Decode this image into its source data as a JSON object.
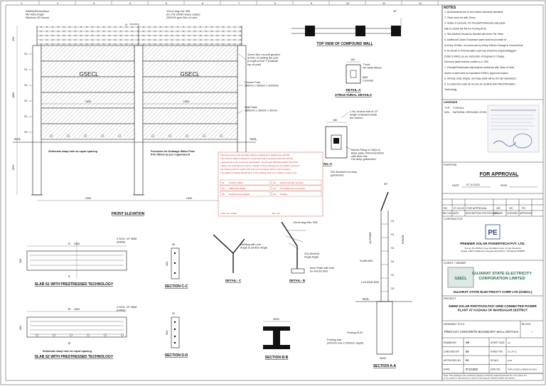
{
  "border": {
    "top_numbers": [
      "1",
      "2",
      "3",
      "4",
      "5",
      "6",
      "7",
      "8",
      "9",
      "10",
      "11",
      "12"
    ]
  },
  "notes": {
    "title": "NOTES",
    "items": [
      "1. All dimensions are in mm unless otherwise specified.",
      "2. Clear cover for slab 20mm",
      "3. Grade of concrete: For Precast/Prestressed wall panel",
      "   slab & column (M-40) For Footing M-20",
      "4. ISA 40x40x5 Should be Welded with 6mm Thk. Plate",
      "5. Additional Column Expansion joints shall be provided at",
      "   a) Every 15 Mtrs. of column and b) Every 300mm Change in Ground level.",
      "6. As shown in front elevation each bay should be engraved/tagged",
      "   (GSECL/SHEL) as per instruction of Engineer in Charge.",
      "   Structure detail shall be confirm w.r.t. BIS",
      "7. Precast/Prestressed slab shall be reinforced with 3inch of 3mm",
      "   and/or of slab holes as Equivalent GSECL Approved makes.",
      "8. All Nuts, bolts, Angles, and base plate will be Hot dip Galvanized.",
      "9. To match the entire @ 40 cms for GUIN-B-with PRESTRESSED",
      "   Technology."
    ]
  },
  "legends": {
    "title": "LEGENDS",
    "rows": [
      {
        "code": "TYP",
        "desc": "TYPICAL"
      },
      {
        "code": "NGL",
        "desc": "NATURAL GROUND LEVEL"
      }
    ]
  },
  "purpose": {
    "label": "PURPOSE",
    "value": "FOR APPROVAL",
    "date_label": "DATE",
    "date_value": "07.10.2022",
    "sign_label": "SIGN"
  },
  "revisions": {
    "headers": [
      "REV NO.",
      "DATE",
      "DESCRIPTION FOR REVISION",
      "DRAWN",
      "CHECKED",
      "APPROVED"
    ],
    "rows": [
      {
        "rev": "R0",
        "date": "07.10.22",
        "desc": "FOR APPROVAL",
        "drawn": "GR",
        "checked": "SS",
        "approved": "PS"
      }
    ]
  },
  "contractor": {
    "label": "CONTRACTOR",
    "logo_text": "PE",
    "name": "PREMIER SOLAR POWERTECH PVT. LTD.",
    "address": "Survey No.54/Part, Near Rudraksh Ispat, E-City Industrial Estate, Fablu Ghatkesar, Rangareddy District, Telangana 500088"
  },
  "client": {
    "label": "CLIENT / OWNER",
    "logo_text": "GSECL",
    "name": "GUJARAT STATE ELECTRICITY CORPORATION LIMITED",
    "full_name": "GUJARAT STATE ELECTRICITY CORP LTD (GSECL)"
  },
  "project": {
    "label": "PROJECT",
    "value": "40MW SOLAR PHOTOVOLTAIC GRID CONNECTED POWER PLANT AT KADANA OF MAHISAGAR DISTRICT"
  },
  "drawing": {
    "title_label": "DRAWING TITLE",
    "block_label": "BLOCK",
    "title": "PRECAST CONCRETE BOUNDARY WALL DETAILS",
    "block": "--"
  },
  "signoff": {
    "rows": [
      {
        "role": "DRAWN BY",
        "name": "GR",
        "sheet_label": "SHEET SIZE",
        "sheet": "A1"
      },
      {
        "role": "CHECKED BY",
        "name": "SS",
        "sheet_label": "SHEET NO.",
        "sheet": "01 OF 01"
      },
      {
        "role": "APPROVED BY",
        "name": "PS",
        "sheet_label": "SCALE",
        "sheet": "NTS"
      },
      {
        "role": "DATE",
        "name": "07.10.2022",
        "sheet_label": "DRG NO.",
        "sheet": "PSPL/GSECL/40MW/CIV/001"
      }
    ],
    "footer": "Note: This drawing is the exclusive property of Premier Solar Powertech Pvt. Ltd. and is not to be copied or reproduced or used for any purpose without written permission."
  },
  "front_elevation": {
    "title": "FRONT ELEVATION",
    "top_callout": "40MMx40mmx5mm\nMS HDG Angle\nMinimum 80 micron",
    "wire_callout": "12x14 swg Hot. BW\n(IS 278-2009) Heavy coated\n230/240 gsm Zinc on wire",
    "bolt_callout": "12mm Dia. ms bolt grouted\nat time of casting the post\n(Length of bolt 7\"(Outside\ntop of post)",
    "column_callout": "Column Post\n250mm x 300mm x 3200mm",
    "panel_callout": "Wall Panel\n1800mm x 300mm x 50mm",
    "panel_label_1": "GSECL",
    "panel_label_2": "GSECL",
    "slab_labels": [
      "S1",
      "S1",
      "S1",
      "S1",
      "S1",
      "S2"
    ],
    "ngl": "NGL",
    "ngl2": "NGL",
    "dim_1800a": "1800",
    "dim_1800b": "1800",
    "dim_1950a": "1950",
    "dim_1950b": "1950",
    "dim_450": "450",
    "dim_1800v": "1800",
    "dim_1000": "1000",
    "note_left": "Shimmals wasp hole as equal spacing",
    "note_right": "Provision for Drainage Water Flow\nPVC 50mm as per requirement",
    "section_a": "A"
  },
  "top_view": {
    "title": "TOP VIEW OF COMPOUND WALL",
    "angle": "90°"
  },
  "detail_a_top": {
    "title": "DETAIL-A",
    "subtitle": "STRUCTURAL DETAILS",
    "dim": "150",
    "t_hole": "T hole\nOF 3MM Wilson",
    "m30": "M30\nConcrete"
  },
  "detail_a_mid": {
    "title": "DETAIL-A",
    "dim": "150",
    "anchor": "1 No. Anchor bolt of 12\"\nlength embeded inside\nthe column",
    "mortar": "Mortar Filling in CM(1:4)\nBase plate 100mmx100mm\nwith 6mm thk.\nHot deep galvanized",
    "isa": "ISA 40x40x5 hot deep\ngalvanized"
  },
  "red_note": {
    "lines": [
      "The fence post for the boundary wall by providing 3mm barbed wire with MS",
      "The columns shall be designed to resist wind load in general conformity with the",
      "requirements of the concerned specification. The Precast Wall Panels/RCC flat will be",
      "made in the manufacturer's factory. Details of fixing arrangement and details required in",
      "this drawing shall be verified with client and contractor before implementation.",
      "The details of drawing specification in this drawing shall be for GSECL purpose only."
    ],
    "table": [
      {
        "no": "A1",
        "desc": "Column outline"
      },
      {
        "no": "A2",
        "desc": "Anchor bolt dia. and dep."
      },
      {
        "no": "A3",
        "desc": "Wall panel details"
      },
      {
        "no": "A4",
        "desc": "For details and connection"
      },
      {
        "no": "A5",
        "desc": "Reinforcement details"
      },
      {
        "no": "A6",
        "desc": "Footing"
      }
    ],
    "footer_left": "Letter No. & Date",
    "footer_right": "Rev. No."
  },
  "slab_s1": {
    "title": "SLAB S1 WITH PRESTRESSED TECHNOLOGY",
    "dim_w": "1800",
    "dim_h": "300",
    "rods": "3 NOS. OF 3MM\n(WIRE)",
    "c": "C"
  },
  "slab_s2": {
    "title": "SLAB S2 WITH PRESTRESSED TECHNOLOGY",
    "dim_w": "1800",
    "dim_h": "300",
    "rods": "4 NOS. OF 3MM\n(WIRE)",
    "d": "D",
    "note": "Shimmals wasp hole as equal spacing"
  },
  "section_cc": {
    "title": "SECTION C-C",
    "dim_w": "50",
    "dim_h": "300"
  },
  "section_dd": {
    "title": "SECTION D-D",
    "dim_w": "50",
    "dim_h": "300"
  },
  "detail_c": {
    "title": "DETAIL- C",
    "weld": "Welding with one\nAngle to another Angle"
  },
  "detail_b": {
    "title": "DETAIL- B",
    "wire": "12x14 swg #No. BW",
    "isa": "ISA 40x40x5\nAngle Angle",
    "plate": "6mm Plate with hole\nfor Anchor Bolt"
  },
  "section_bb": {
    "title": "SECTION B-B",
    "dim": "300D"
  },
  "section_aa": {
    "title": "SECTION A-A",
    "outside": "OUTSIDE",
    "inside": "INSIDE",
    "s_labels": [
      "S1",
      "S1",
      "S1",
      "S1",
      "S1",
      "S2"
    ],
    "slab": "SLAB-M30",
    "column": "COLUMN-M30",
    "ngl": "NGL",
    "footing": "Footing M-20",
    "footing_size": "Footing size\n(300mm Dia x 1000mm depth)",
    "dim_300": "300D",
    "angle": "90°"
  }
}
